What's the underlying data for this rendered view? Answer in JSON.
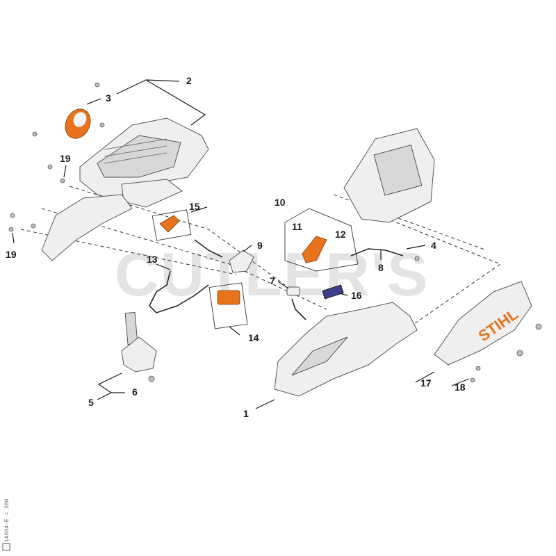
{
  "watermark": "CUTLER'S",
  "brand_text": "STIHL",
  "corner_code": "1A034-E = 200",
  "callouts": {
    "c1": "1",
    "c2": "2",
    "c3": "3",
    "c4": "4",
    "c5": "5",
    "c6": "6",
    "c7": "7",
    "c8": "8",
    "c9": "9",
    "c10": "10",
    "c11": "11",
    "c12": "12",
    "c13": "13",
    "c14": "14",
    "c15": "15",
    "c16": "16",
    "c17": "17",
    "c18": "18",
    "c19a": "19",
    "c19b": "19"
  },
  "colors": {
    "accent": "#e8731c",
    "line": "#1a1a1a",
    "part": "#efefef"
  }
}
